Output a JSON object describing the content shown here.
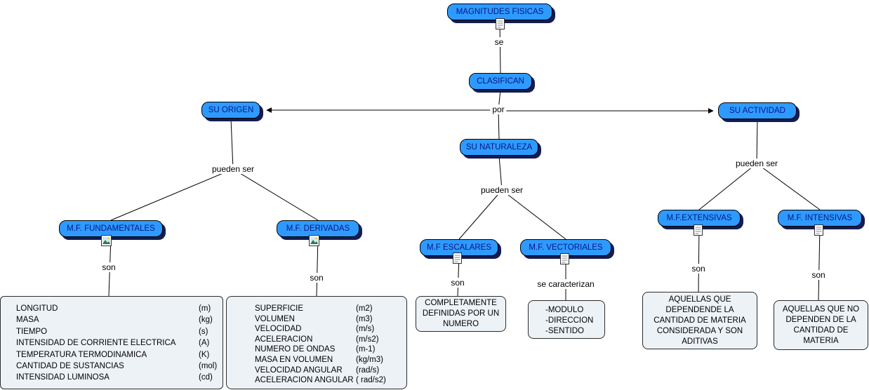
{
  "colors": {
    "canvas_bg": "#ffffff",
    "node_fill": "#2e9aff",
    "node_text": "#0a1680",
    "node_shadow": "#141c52",
    "panel_fill": "#edf2f7"
  },
  "nodes": {
    "magnitudes": {
      "label": "MAGNITUDES FISICAS"
    },
    "clasifican": {
      "label": "CLASIFICAN"
    },
    "su_origen": {
      "label": "SU ORIGEN"
    },
    "su_naturaleza": {
      "label": "SU NATURALEZA"
    },
    "su_actividad": {
      "label": "SU ACTIVIDAD"
    },
    "mf_fundamentales": {
      "label": "M.F. FUNDAMENTALES"
    },
    "mf_derivadas": {
      "label": "M.F. DERIVADAS"
    },
    "mf_escalares": {
      "label": "M.F ESCALARES"
    },
    "mf_vectoriales": {
      "label": "M.F. VECTORIALES"
    },
    "mf_extensivas": {
      "label": "M.F.EXTENSIVAS"
    },
    "mf_intensivas": {
      "label": "M.F. INTENSIVAS"
    }
  },
  "links": {
    "se": "se",
    "por": "por",
    "pueden_ser_origen": "pueden ser",
    "pueden_ser_naturaleza": "pueden ser",
    "pueden_ser_actividad": "pueden ser",
    "son_fundamentales": "son",
    "son_derivadas": "son",
    "son_escalares": "son",
    "se_caracterizan": "se caracterizan",
    "son_extensivas": "son",
    "son_intensivas": "son"
  },
  "icons": {
    "magnitudes": "document-icon",
    "mf_fundamentales": "image-icon",
    "mf_derivadas": "image-icon",
    "mf_escalares": "document-icon",
    "mf_vectoriales": "document-icon",
    "mf_extensivas": "document-icon",
    "mf_intensivas": "document-icon"
  },
  "panels": {
    "fundamentales": {
      "items": [
        {
          "name": "LONGITUD",
          "unit": "(m)"
        },
        {
          "name": "MASA",
          "unit": "(kg)"
        },
        {
          "name": "TIEMPO",
          "unit": "(s)"
        },
        {
          "name": "INTENSIDAD DE CORRIENTE ELECTRICA",
          "unit": "(A)"
        },
        {
          "name": "TEMPERATURA TERMODINAMICA",
          "unit": "(K)"
        },
        {
          "name": "CANTIDAD DE SUSTANCIAS",
          "unit": "(mol)"
        },
        {
          "name": "INTENSIDAD LUMINOSA",
          "unit": "(cd)"
        }
      ]
    },
    "derivadas": {
      "items": [
        {
          "name": "SUPERFICIE",
          "unit": "(m2)"
        },
        {
          "name": "VOLUMEN",
          "unit": "(m3)"
        },
        {
          "name": "VELOCIDAD",
          "unit": "(m/s)"
        },
        {
          "name": "ACELERACION",
          "unit": "(m/s2)"
        },
        {
          "name": "NUMERO DE ONDAS",
          "unit": "(m-1)"
        },
        {
          "name": "MASA EN VOLUMEN",
          "unit": "(kg/m3)"
        },
        {
          "name": "VELOCIDAD ANGULAR",
          "unit": "(rad/s)"
        },
        {
          "name": "ACELERACION ANGULAR",
          "unit": "( rad/s2)"
        }
      ]
    },
    "escalares": {
      "text": "COMPLETAMENTE DEFINIDAS POR UN NUMERO"
    },
    "vectoriales": {
      "items": [
        "-MODULO",
        "-DIRECCION",
        "-SENTIDO"
      ]
    },
    "extensivas": {
      "text": "AQUELLAS QUE DEPENDENDE LA CANTIDAD DE MATERIA CONSIDERADA Y SON ADITIVAS"
    },
    "intensivas": {
      "text": "AQUELLAS QUE NO DEPENDEN DE LA CANTIDAD DE MATERIA"
    }
  }
}
